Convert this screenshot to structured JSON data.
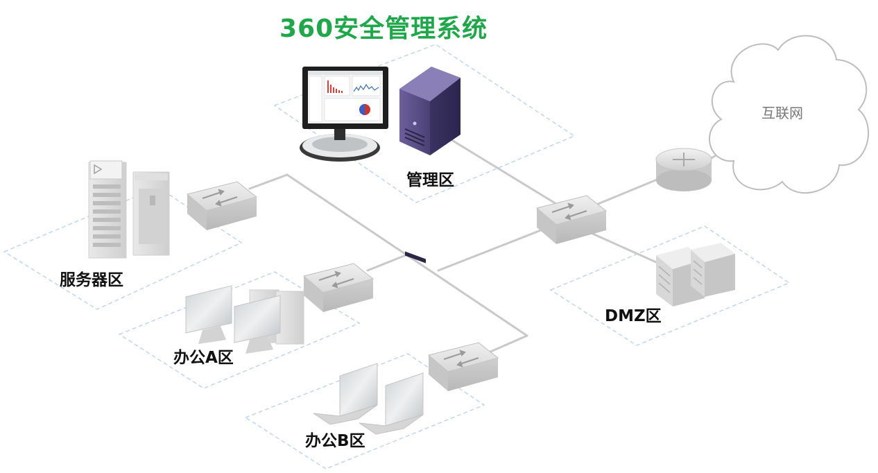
{
  "title": "360安全管理系统",
  "zones": {
    "management": "管理区",
    "server": "服务器区",
    "office_a": "办公A区",
    "office_b": "办公B区",
    "dmz": "DMZ区"
  },
  "internet_label": "互联网",
  "colors": {
    "title": "#1fa84a",
    "zone_border": "#bcd4ea",
    "link": "#c8c8c8",
    "device": "#d3d3d3",
    "server_purple": "#5b4f86"
  }
}
